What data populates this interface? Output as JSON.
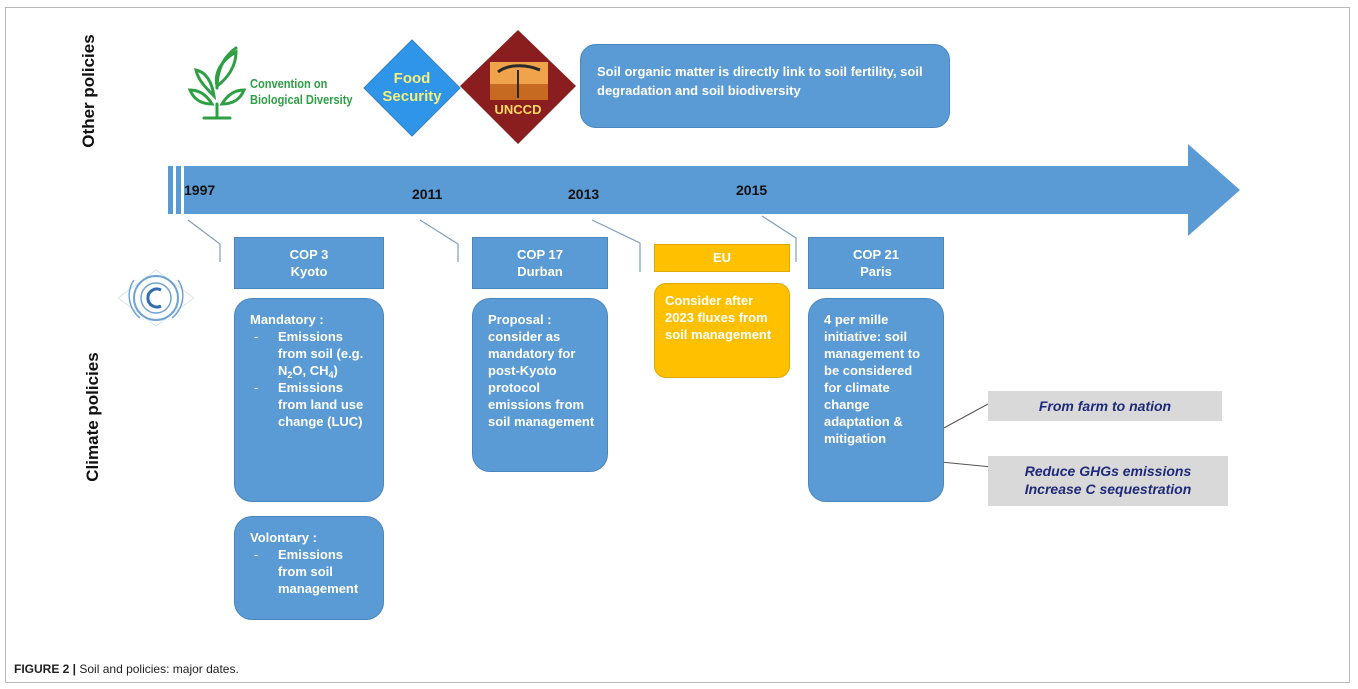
{
  "labels": {
    "other_policies": "Other policies",
    "climate_policies": "Climate policies"
  },
  "logos": {
    "cbd_line1": "Convention on",
    "cbd_line2": "Biological Diversity",
    "food_line1": "Food",
    "food_line2": "Security",
    "unccd": "UNCCD"
  },
  "soil_organic_matter_text": "Soil organic matter is directly link to soil fertility, soil degradation and soil biodiversity",
  "years": [
    "1997",
    "2011",
    "2013",
    "2015"
  ],
  "events": {
    "cop3": {
      "line1": "COP 3",
      "line2": "Kyoto"
    },
    "cop17": {
      "line1": "COP 17",
      "line2": "Durban"
    },
    "eu": "EU",
    "cop21": {
      "line1": "COP 21",
      "line2": "Paris"
    }
  },
  "kyoto_mandatory": {
    "heading": "Mandatory :",
    "item1_a": "Emissions from soil (e.g. N",
    "item1_b": "O, CH",
    "item1_c": ")",
    "sub2": "2",
    "sub4": "4",
    "item2": "Emissions from land use change (LUC)"
  },
  "kyoto_voluntary": {
    "heading": "Volontary :",
    "item1": "Emissions from soil management"
  },
  "durban_text": "Proposal : consider as mandatory for post-Kyoto protocol emissions from soil management",
  "eu_text": "Consider after 2023 fluxes from soil management",
  "paris_text": "4 per mille initiative: soil management to be considered for climate change adaptation & mitigation",
  "callouts": {
    "farm": "From farm to nation",
    "ghg_line1": "Reduce GHGs emissions",
    "ghg_line2": "Increase C sequestration"
  },
  "caption": {
    "label": "FIGURE 2 |",
    "text": " Soil and policies: major dates."
  },
  "colors": {
    "blue": "#5b9bd5",
    "orange": "#ffc000",
    "callout_bg": "#d9d9d9",
    "callout_text": "#1f2a7a"
  }
}
